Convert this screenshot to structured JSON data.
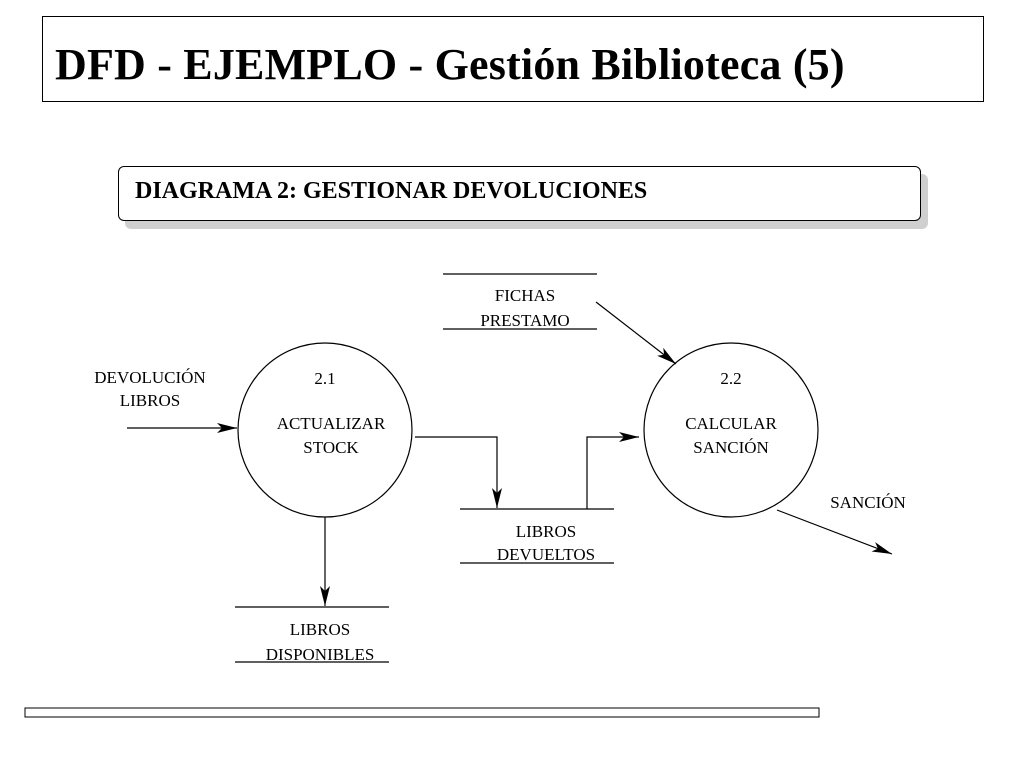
{
  "title": "DFD - EJEMPLO - Gestión Biblioteca (5)",
  "subtitle": "DIAGRAMA 2: GESTIONAR DEVOLUCIONES",
  "processes": [
    {
      "number": "2.1",
      "line1": "ACTUALIZAR",
      "line2": "STOCK"
    },
    {
      "number": "2.2",
      "line1": "CALCULAR",
      "line2": "SANCIÓN"
    }
  ],
  "stores": {
    "fichas": {
      "line1": "FICHAS",
      "line2": "PRESTAMO"
    },
    "devueltos": {
      "line1": "LIBROS",
      "line2": "DEVUELTOS"
    },
    "disponibles": {
      "line1": "LIBROS",
      "line2": "DISPONIBLES"
    }
  },
  "flows": {
    "devolucion": {
      "line1": "DEVOLUCIÓN",
      "line2": "LIBROS"
    },
    "sancion": "SANCIÓN"
  }
}
